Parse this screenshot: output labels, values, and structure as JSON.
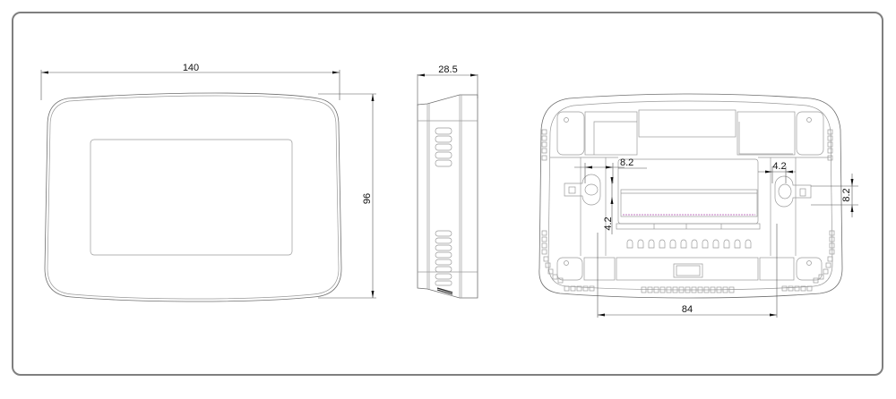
{
  "drawing": {
    "front_view": {
      "width_label": "140",
      "height_label": "96"
    },
    "side_view": {
      "depth_label": "28.5"
    },
    "back_view": {
      "hole_spacing_label": "84",
      "slot_left_width_label": "8.2",
      "slot_left_height_label": "4.2",
      "slot_right_width_label": "4.2",
      "slot_right_height_label": "8.2"
    },
    "colors": {
      "frame_border": "#7f7f7f",
      "line": "#6f6f6f",
      "text": "#111111"
    }
  }
}
